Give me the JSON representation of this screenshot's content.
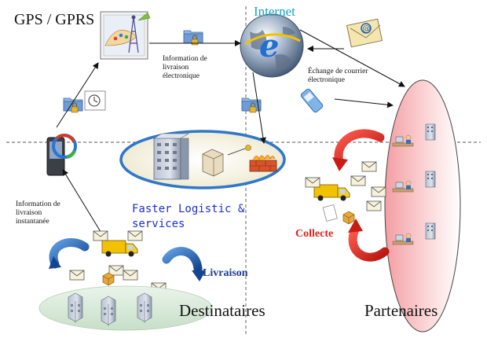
{
  "labels": {
    "gps_gprs": "GPS / GPRS",
    "internet": "Internet",
    "info_livraison_electronique": "Information de livraison électronique",
    "echange_courrier": "Échange de courrier électronique",
    "info_livraison_instantanee": "Information de livraison instantanée",
    "company": "Faster Logistic & services",
    "collecte": "Collecte",
    "livraison": "Livraison",
    "destinataires": "Destinataires",
    "partenaires": "Partenaires"
  },
  "colors": {
    "internet_text": "#1aa0c8",
    "company_text": "#1c2fd0",
    "collecte_text": "#e3201b",
    "livraison_text": "#1f3c96",
    "cycle_arrow_red": "#d9201a",
    "cycle_arrow_blue": "#1f5fb4",
    "partner_oval": "#f3aeb0",
    "company_oval": "#2f78c8",
    "truck": "#f2c200",
    "building": "#8f9fb6"
  }
}
